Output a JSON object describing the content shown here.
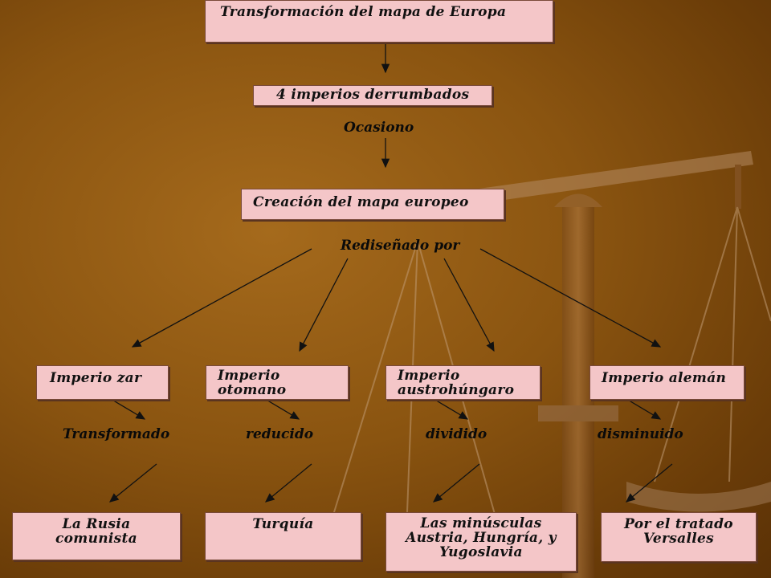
{
  "title": "Transformación del mapa de Europa",
  "level1": "4 imperios derrumbados",
  "connector1": "Ocasiono",
  "level2": "Creación del mapa europeo",
  "connector2": "Rediseñado por",
  "empires": [
    {
      "name": "Imperio zar",
      "verb": "Transformado",
      "result": "La Rusia comunista"
    },
    {
      "name": "Imperio otomano",
      "verb": "reducido",
      "result": "Turquía"
    },
    {
      "name": "Imperio austrohúngaro",
      "verb": "dividido",
      "result": "Las minúsculas Austria, Hungría, y Yugoslavia"
    },
    {
      "name": "Imperio alemán",
      "verb": "disminuido",
      "result": "Por el tratado Versalles"
    }
  ],
  "colors": {
    "box_fill": "#f4c6c8",
    "background": "#8a5410",
    "arrow": "#111111"
  },
  "background_image": "scale-of-justice"
}
